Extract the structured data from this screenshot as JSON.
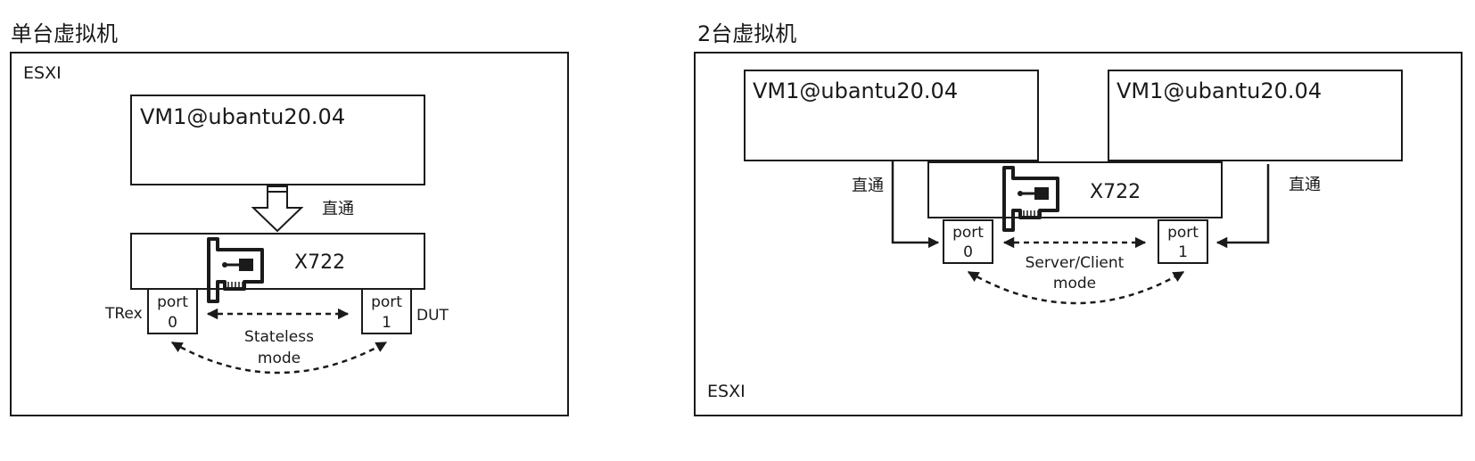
{
  "left": {
    "title": "单台虚拟机",
    "host": "ESXI",
    "vm": "VM1@ubantu20.04",
    "passthrough": "直通",
    "nic": "X722",
    "port0_line1": "port",
    "port0_line2": "0",
    "port1_line1": "port",
    "port1_line2": "1",
    "port0_role": "TRex",
    "port1_role": "DUT",
    "mode_line1": "Stateless",
    "mode_line2": "mode"
  },
  "right": {
    "title": "2台虚拟机",
    "host": "ESXI",
    "vm_a": "VM1@ubantu20.04",
    "vm_b": "VM1@ubantu20.04",
    "passthrough_a": "直通",
    "passthrough_b": "直通",
    "nic": "X722",
    "port0_line1": "port",
    "port0_line2": "0",
    "port1_line1": "port",
    "port1_line2": "1",
    "mode_line1": "Server/Client",
    "mode_line2": "mode"
  }
}
